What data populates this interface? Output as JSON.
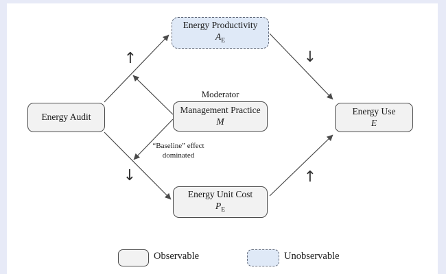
{
  "diagram": {
    "nodes": {
      "energy_audit": {
        "label": "Energy Audit"
      },
      "energy_productivity": {
        "label": "Energy Productivity",
        "symbol": "A",
        "symbol_sub": "E",
        "observability": "Unobservable"
      },
      "management_practice": {
        "label": "Management Practice",
        "symbol": "M",
        "role_label": "Moderator",
        "observability": "Observable"
      },
      "energy_unit_cost": {
        "label": "Energy Unit Cost",
        "symbol": "P",
        "symbol_sub": "E",
        "observability": "Observable"
      },
      "energy_use": {
        "label": "Energy Use",
        "symbol": "E",
        "observability": "Observable"
      }
    },
    "edges": {
      "audit_to_productivity": {
        "from": "Energy Audit",
        "to": "Energy Productivity",
        "effect_glyph": "↑"
      },
      "productivity_to_use": {
        "from": "Energy Productivity",
        "to": "Energy Use",
        "effect_glyph": "↓"
      },
      "audit_to_unit_cost": {
        "from": "Energy Audit",
        "to": "Energy Unit Cost",
        "effect_glyph": "↓"
      },
      "unit_cost_to_use": {
        "from": "Energy Unit Cost",
        "to": "Energy Use",
        "effect_glyph": "↑"
      },
      "moderation_upper": {
        "from": "Management Practice",
        "to": "Energy Audit → Energy Productivity"
      },
      "moderation_lower": {
        "from": "Management Practice",
        "to": "Energy Audit → Energy Unit Cost",
        "label_line1": "“Baseline” effect",
        "label_line2": "dominated"
      }
    },
    "legend": {
      "observable": {
        "label": "Observable"
      },
      "unobservable": {
        "label": "Unobservable"
      }
    },
    "colors": {
      "frame": "#e7eaf7",
      "observable_fill": "#f2f2f2",
      "unobservable_fill": "#dfe9f7",
      "box_border": "#4d4d4d",
      "dashed_border": "#646c7c",
      "arrow": "#4a4a4a"
    }
  }
}
